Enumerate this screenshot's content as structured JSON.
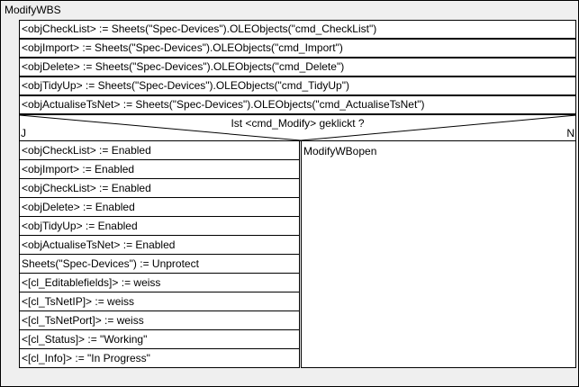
{
  "diagram": {
    "title": "ModifyWBS",
    "sequence_steps": [
      "<objCheckList> := Sheets(\"Spec-Devices\").OLEObjects(\"cmd_CheckList\")",
      "<objImport> := Sheets(\"Spec-Devices\").OLEObjects(\"cmd_Import\")",
      "<objDelete> := Sheets(\"Spec-Devices\").OLEObjects(\"cmd_Delete\")",
      "<objTidyUp> := Sheets(\"Spec-Devices\").OLEObjects(\"cmd_TidyUp\")",
      "<objActualiseTsNet> := Sheets(\"Spec-Devices\").OLEObjects(\"cmd_ActualiseTsNet\")"
    ],
    "condition": {
      "text": "Ist <cmd_Modify> geklickt ?",
      "true_label": "J",
      "false_label": "N"
    },
    "true_branch": [
      "<objCheckList> := Enabled",
      " <objImport> := Enabled",
      "<objCheckList> := Enabled",
      " <objDelete> := Enabled",
      "<objTidyUp> := Enabled",
      " <objActualiseTsNet> := Enabled",
      "Sheets(\"Spec-Devices\") := Unprotect",
      "<[cl_Editablefields]> := weiss",
      "<[cl_TsNetIP]> := weiss",
      "<[cl_TsNetPort]> := weiss",
      "<[cl_Status]> := \"Working\"",
      "<[cl_Info]> := \"In Progress\""
    ],
    "false_branch": [
      "ModifyWBopen"
    ]
  }
}
